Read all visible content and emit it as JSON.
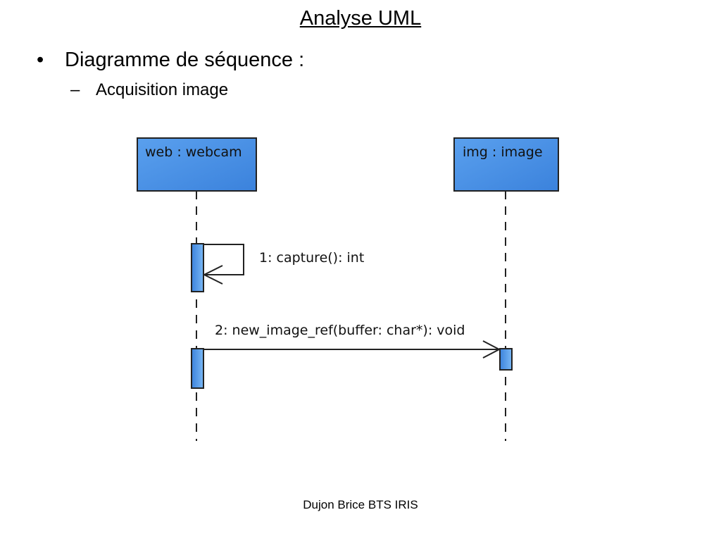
{
  "slide": {
    "title": "Analyse UML",
    "bullet_level1": "Diagramme de séquence :",
    "bullet_level2": "Acquisition image",
    "bullet_mark_level1": "•",
    "bullet_mark_level2": "–",
    "footer": "Dujon Brice BTS IRIS"
  },
  "diagram": {
    "lifelines": [
      {
        "label": "web : webcam"
      },
      {
        "label": "img : image"
      }
    ],
    "messages": [
      {
        "label": "1: capture(): int",
        "from": "web : webcam",
        "to": "web : webcam",
        "kind": "self"
      },
      {
        "label": "2: new_image_ref(buffer: char*): void",
        "from": "web : webcam",
        "to": "img : image",
        "kind": "sync"
      }
    ],
    "colors": {
      "lifeline_fill": "#4a90e2",
      "activation_fill": "#4a90e2",
      "stroke": "#222222"
    }
  }
}
